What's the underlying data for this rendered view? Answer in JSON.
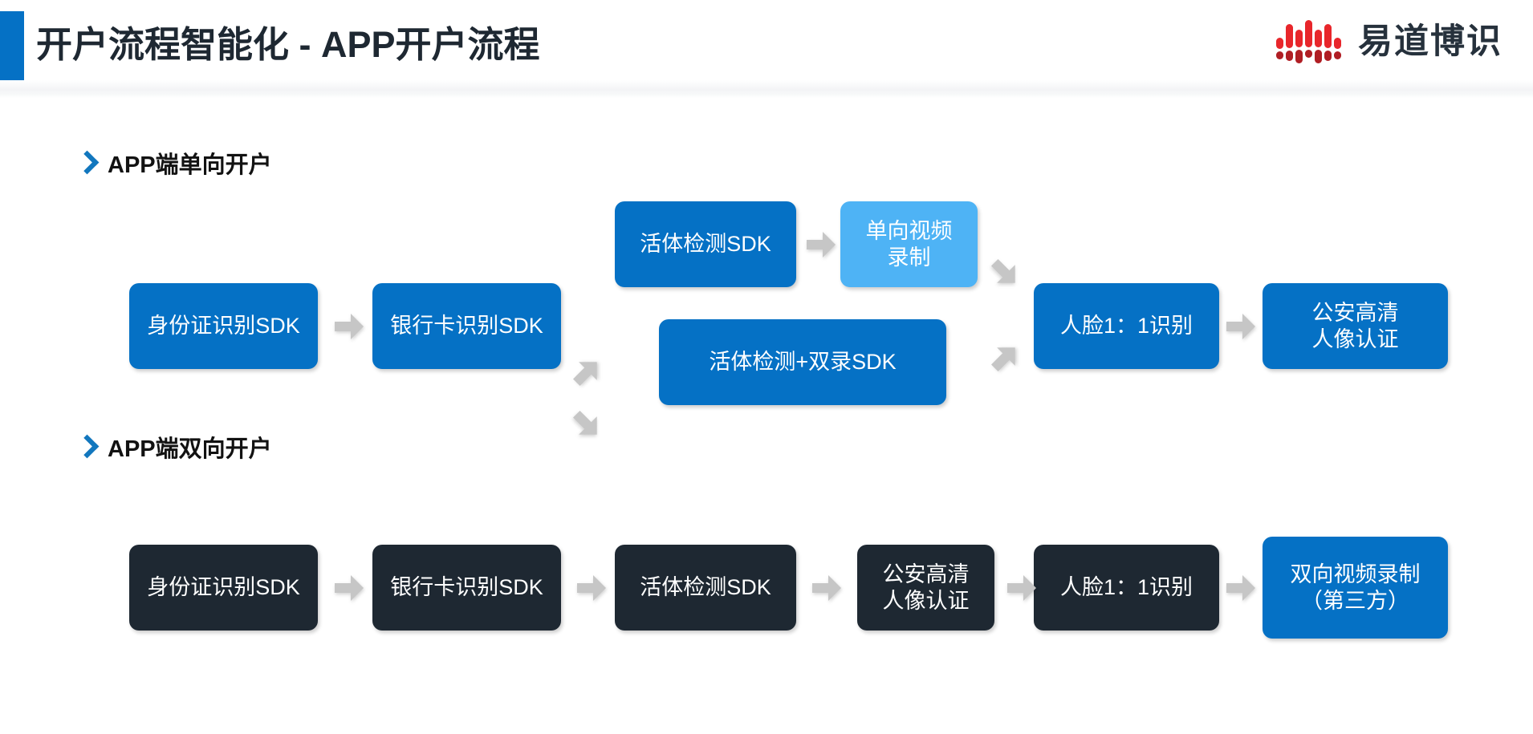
{
  "header": {
    "title": "开户流程智能化 - APP开户流程",
    "accent_color": "#0571C5",
    "logo": {
      "name": "易道博识",
      "mark_name": "bar-pattern-logo-icon",
      "mark_colors": [
        "#E8262B",
        "#B01E24"
      ]
    }
  },
  "palette": {
    "blue": "#0571C5",
    "light_blue": "#4EB3F5",
    "navy": "#1E2832",
    "arrow_gray": "#C6C6C6",
    "title_dark": "#1E2832"
  },
  "sections": [
    {
      "id": "one-way",
      "heading": "APP端单向开户",
      "icon": "chevron-right-icon",
      "nodes": [
        {
          "id": "n1",
          "label": "身份证识别SDK",
          "style": "blue"
        },
        {
          "id": "n2",
          "label": "银行卡识别SDK",
          "style": "blue"
        },
        {
          "id": "n3a",
          "label": "活体检测SDK",
          "style": "blue"
        },
        {
          "id": "n4a",
          "label": "单向视频\n录制",
          "style": "light_blue"
        },
        {
          "id": "n3b",
          "label": "活体检测+双录SDK",
          "style": "blue"
        },
        {
          "id": "n5",
          "label": "人脸1：1识别",
          "style": "blue"
        },
        {
          "id": "n6",
          "label": "公安高清\n人像认证",
          "style": "blue"
        }
      ],
      "arrows": [
        {
          "from": "n1",
          "to": "n2",
          "direction": "right"
        },
        {
          "from": "n2",
          "to": "n3a",
          "direction": "up-right"
        },
        {
          "from": "n2",
          "to": "n3b",
          "direction": "down-right"
        },
        {
          "from": "n3a",
          "to": "n4a",
          "direction": "right"
        },
        {
          "from": "n4a",
          "to": "n5",
          "direction": "down-right"
        },
        {
          "from": "n3b",
          "to": "n5",
          "direction": "up-right"
        },
        {
          "from": "n5",
          "to": "n6",
          "direction": "right"
        }
      ]
    },
    {
      "id": "two-way",
      "heading": "APP端双向开户",
      "icon": "chevron-right-icon",
      "nodes": [
        {
          "id": "m1",
          "label": "身份证识别SDK",
          "style": "navy"
        },
        {
          "id": "m2",
          "label": "银行卡识别SDK",
          "style": "navy"
        },
        {
          "id": "m3",
          "label": "活体检测SDK",
          "style": "navy"
        },
        {
          "id": "m4",
          "label": "公安高清\n人像认证",
          "style": "navy"
        },
        {
          "id": "m5",
          "label": "人脸1：1识别",
          "style": "navy"
        },
        {
          "id": "m6",
          "label": "双向视频录制\n（第三方）",
          "style": "blue"
        }
      ],
      "arrows": [
        {
          "from": "m1",
          "to": "m2",
          "direction": "right"
        },
        {
          "from": "m2",
          "to": "m3",
          "direction": "right"
        },
        {
          "from": "m3",
          "to": "m4",
          "direction": "right"
        },
        {
          "from": "m4",
          "to": "m5",
          "direction": "right"
        },
        {
          "from": "m5",
          "to": "m6",
          "direction": "right"
        }
      ]
    }
  ]
}
